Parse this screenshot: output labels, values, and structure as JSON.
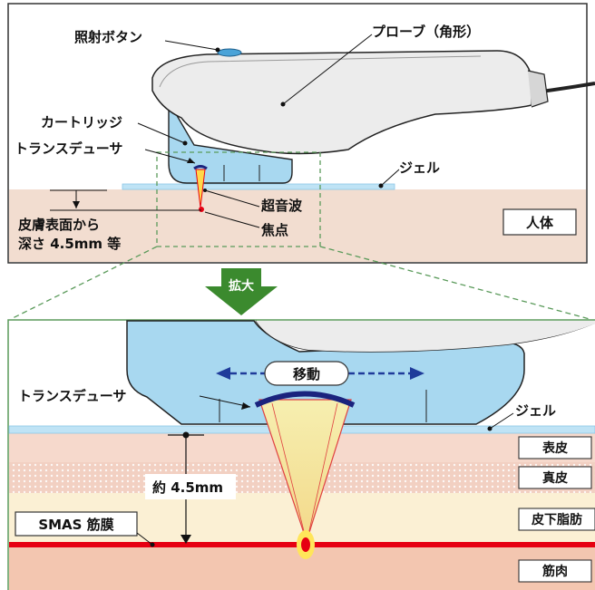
{
  "top_panel": {
    "labels": {
      "irradiation_button": "照射ボタン",
      "probe": "プローブ（角形）",
      "cartridge": "カートリッジ",
      "transducer": "トランスデューサ",
      "gel": "ジェル",
      "ultrasound": "超音波",
      "focal_point": "焦点",
      "depth_line1": "皮膚表面から",
      "depth_line2": "深さ  4.5mm  等",
      "human_body": "人体"
    }
  },
  "arrow": {
    "label": "拡大"
  },
  "bottom_panel": {
    "labels": {
      "move": "移動",
      "transducer": "トランスデューサ",
      "gel": "ジェル",
      "depth": "約  4.5mm",
      "smas": "SMAS  筋膜"
    },
    "layers": [
      "表皮",
      "真皮",
      "皮下脂肪",
      "筋肉"
    ]
  },
  "colors": {
    "probe_body": "#ececec",
    "cartridge": "#a8d8f0",
    "skin": "#f2ddd0",
    "gel": "#bfe3f5",
    "smas": "#e60012",
    "arrow": "#3b8a2e",
    "dashed": "#5a9a5a"
  }
}
